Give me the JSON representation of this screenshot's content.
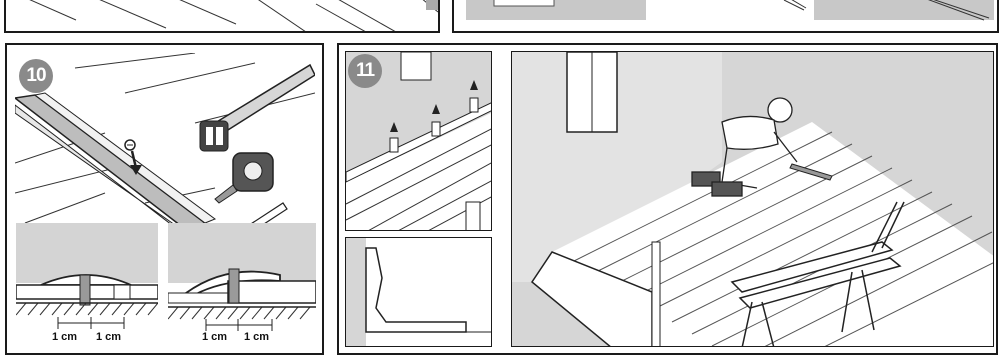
{
  "steps": {
    "step10": {
      "number": "10"
    },
    "step11": {
      "number": "11"
    }
  },
  "measurements": {
    "left_a": "1 cm",
    "left_b": "1 cm",
    "right_a": "1 cm",
    "right_b": "1 cm"
  }
}
